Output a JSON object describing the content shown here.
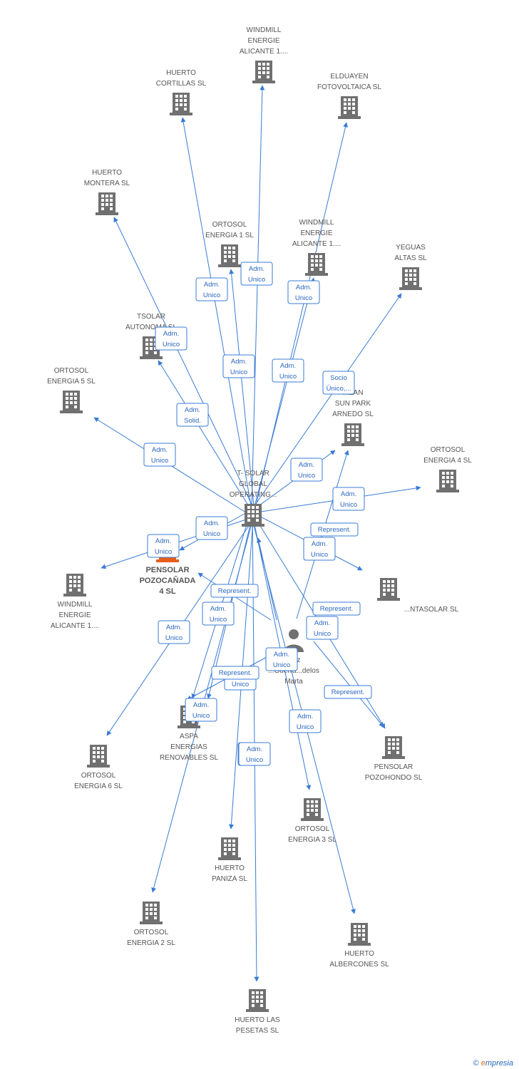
{
  "colors": {
    "edge": "#3a7bd5",
    "building": "#707070",
    "focus": "#e85c1a",
    "label": "#555555"
  },
  "nodes": [
    {
      "id": "tsolar",
      "icon": "building-icon",
      "lines": [
        "T- SOLAR",
        "GLOBAL",
        "OPERATING..."
      ]
    },
    {
      "id": "pensolar4",
      "icon": "building-icon",
      "focus": true,
      "lines": [
        "PENSOLAR",
        "POZOCAÑADA",
        "4 SL"
      ]
    },
    {
      "id": "person",
      "icon": "person-icon",
      "lines": [
        "...ez",
        "...Guerra...delos",
        "Marta"
      ]
    },
    {
      "id": "windmill1top",
      "icon": "building-icon",
      "lines": [
        "WINDMILL",
        "ENERGIE",
        "ALICANTE 1...."
      ]
    },
    {
      "id": "huertocortillas",
      "icon": "building-icon",
      "lines": [
        "HUERTO",
        "CORTILLAS SL"
      ]
    },
    {
      "id": "elduayen",
      "icon": "building-icon",
      "lines": [
        "ELDUAYEN",
        "FOTOVOLTAICA SL"
      ]
    },
    {
      "id": "huertomontera",
      "icon": "building-icon",
      "lines": [
        "HUERTO",
        "MONTERA SL"
      ]
    },
    {
      "id": "ortosol1",
      "icon": "building-icon",
      "lines": [
        "ORTOSOL",
        "ENERGIA 1 SL"
      ]
    },
    {
      "id": "windmill1mid",
      "icon": "building-icon",
      "lines": [
        "WINDMILL",
        "ENERGIE",
        "ALICANTE 1...."
      ]
    },
    {
      "id": "yeguas",
      "icon": "building-icon",
      "lines": [
        "YEGUAS",
        "ALTAS SL"
      ]
    },
    {
      "id": "tsolarautonoma",
      "icon": "building-icon",
      "lines": [
        "TSOLAR",
        "AUTONOMA SL"
      ]
    },
    {
      "id": "ortosol5",
      "icon": "building-icon",
      "lines": [
        "ORTOSOL",
        "ENERGIA 5 SL"
      ]
    },
    {
      "id": "oceansun",
      "icon": "building-icon",
      "lines": [
        "...EAN",
        "SUN PARK",
        "ARNEDO SL"
      ]
    },
    {
      "id": "ortosol4",
      "icon": "building-icon",
      "lines": [
        "ORTOSOL",
        "ENERGIA 4 SL"
      ]
    },
    {
      "id": "windmill1low",
      "icon": "building-icon",
      "lines": [
        "WINDMILL",
        "ENERGIE",
        "ALICANTE 1...."
      ]
    },
    {
      "id": "ntasolar",
      "icon": "building-icon",
      "lines": [
        "...NTASOLAR SL"
      ]
    },
    {
      "id": "aspa",
      "icon": "building-icon",
      "lines": [
        "ASPA",
        "ENERGIAS",
        "RENOVABLES SL"
      ]
    },
    {
      "id": "ortosol6",
      "icon": "building-icon",
      "lines": [
        "ORTOSOL",
        "ENERGIA 6 SL"
      ]
    },
    {
      "id": "pensolarpozohondo",
      "icon": "building-icon",
      "lines": [
        "PENSOLAR",
        "POZOHONDO SL"
      ]
    },
    {
      "id": "ortosol3",
      "icon": "building-icon",
      "lines": [
        "ORTOSOL",
        "ENERGIA 3 SL"
      ]
    },
    {
      "id": "huertopaniza",
      "icon": "building-icon",
      "lines": [
        "HUERTO",
        "PANIZA SL"
      ]
    },
    {
      "id": "ortosol2",
      "icon": "building-icon",
      "lines": [
        "ORTOSOL",
        "ENERGIA 2 SL"
      ]
    },
    {
      "id": "huertoalbercones",
      "icon": "building-icon",
      "lines": [
        "HUERTO",
        "ALBERCONES SL"
      ]
    },
    {
      "id": "huertopesetas",
      "icon": "building-icon",
      "lines": [
        "HUERTO LAS",
        "PESETAS SL"
      ]
    }
  ],
  "edges": [
    {
      "from": "tsolar",
      "to": "windmill1top",
      "label": [
        "Adm.",
        "Unico"
      ]
    },
    {
      "from": "tsolar",
      "to": "huertocortillas",
      "label": [
        "Adm.",
        "Unico"
      ]
    },
    {
      "from": "tsolar",
      "to": "elduayen",
      "label": [
        "Adm.",
        "Unico"
      ]
    },
    {
      "from": "tsolar",
      "to": "huertomontera",
      "label": [
        "Adm.",
        "Unico"
      ]
    },
    {
      "from": "tsolar",
      "to": "ortosol1",
      "label": [
        "Adm.",
        "Unico"
      ]
    },
    {
      "from": "tsolar",
      "to": "windmill1mid",
      "label": [
        "Adm.",
        "Unico"
      ]
    },
    {
      "from": "tsolar",
      "to": "yeguas",
      "label": [
        "Socio",
        "Único,..."
      ]
    },
    {
      "from": "tsolar",
      "to": "tsolarautonoma",
      "label": [
        "Adm.",
        "Solid."
      ]
    },
    {
      "from": "tsolar",
      "to": "ortosol5",
      "label": [
        "Adm.",
        "Unico"
      ]
    },
    {
      "from": "tsolar",
      "to": "oceansun",
      "label": [
        "Adm.",
        "Unico"
      ]
    },
    {
      "from": "tsolar",
      "to": "ortosol4",
      "label": [
        "Adm.",
        "Unico"
      ]
    },
    {
      "from": "tsolar",
      "to": "windmill1low",
      "label": [
        "Adm.",
        "Unico"
      ]
    },
    {
      "from": "tsolar",
      "to": "pensolar4",
      "label": [
        "Adm.",
        "Unico"
      ]
    },
    {
      "from": "tsolar",
      "to": "ntasolar",
      "label": [
        "Adm.",
        "Unico"
      ]
    },
    {
      "from": "tsolar",
      "to": "ortosol6",
      "label": [
        "Adm.",
        "Unico"
      ]
    },
    {
      "from": "tsolar",
      "to": "aspa",
      "label": [
        "Adm.",
        "Unico"
      ]
    },
    {
      "from": "tsolar",
      "to": "pensolarpozohondo",
      "label": [
        "Adm.",
        "Unico"
      ]
    },
    {
      "from": "tsolar",
      "to": "ortosol3",
      "label": [
        "Adm.",
        "Unico"
      ]
    },
    {
      "from": "tsolar",
      "to": "huertopaniza",
      "label": [
        "Adm.",
        "Unico"
      ]
    },
    {
      "from": "tsolar",
      "to": "ortosol2",
      "label": [
        "Adm.",
        "Unico"
      ]
    },
    {
      "from": "tsolar",
      "to": "huertoalbercones",
      "label": [
        "Adm.",
        "Unico"
      ]
    },
    {
      "from": "tsolar",
      "to": "huertopesetas",
      "label": [
        "Adm.",
        "Unico"
      ]
    },
    {
      "from": "tsolar",
      "to": "aspa",
      "label": [
        "Adm.",
        "Unico"
      ]
    },
    {
      "from": "person",
      "to": "pensolar4",
      "label": [
        "Represent."
      ]
    },
    {
      "from": "person",
      "to": "tsolar",
      "label": [
        "Represent."
      ]
    },
    {
      "from": "person",
      "to": "oceansun",
      "label": [
        "Represent."
      ]
    },
    {
      "from": "person",
      "to": "pensolarpozohondo",
      "label": [
        "Represent."
      ]
    },
    {
      "from": "person",
      "to": "aspa",
      "label": [
        "Represent."
      ]
    }
  ],
  "footer": {
    "copyright": "©",
    "brand_e": "e",
    "brand_rest": "mpresia"
  }
}
